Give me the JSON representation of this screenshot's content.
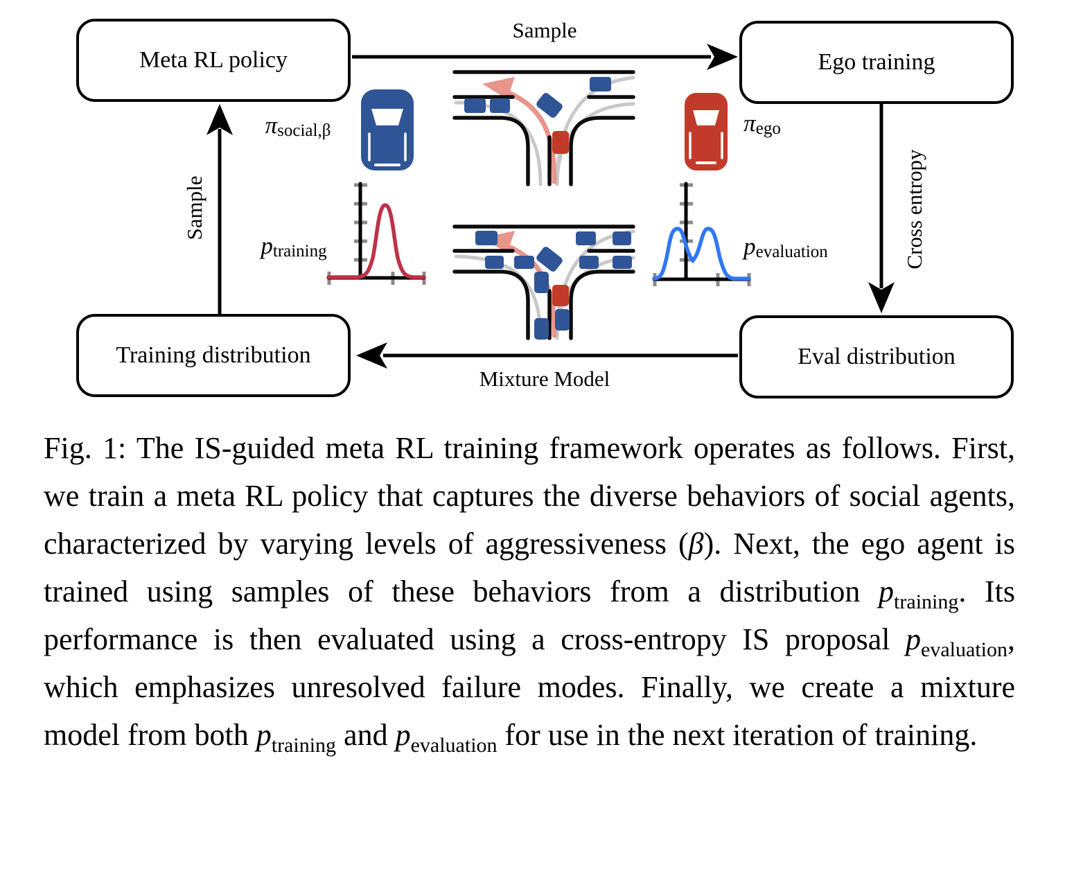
{
  "diagram": {
    "boxes": {
      "meta_rl": "Meta RL policy",
      "ego_training": "Ego training",
      "training_dist": "Training distribution",
      "eval_dist": "Eval distribution"
    },
    "arrows": {
      "top_label": "Sample",
      "left_label": "Sample",
      "right_label": "Cross entropy",
      "bottom_label": "Mixture Model"
    },
    "math_labels": {
      "pi_social": {
        "main": "π",
        "sub": "social,β"
      },
      "pi_ego": {
        "main": "π",
        "sub": "ego"
      },
      "p_training": {
        "main": "p",
        "sub": "training"
      },
      "p_evaluation": {
        "main": "p",
        "sub": "evaluation"
      }
    },
    "colors": {
      "social_agent_blue": "#2f5597",
      "ego_agent_red": "#c23a2a",
      "training_curve_red": "#c03147",
      "evaluation_curve_blue": "#2e78f2",
      "trajectory_arrow_red": "#e8958c",
      "trajectory_gray": "#c8c8c8",
      "axis_tick_gray": "#8a8a8a",
      "line_black": "#000000"
    }
  },
  "caption": {
    "segments": [
      {
        "text": "Fig. 1: The IS-guided meta RL training framework operates as follows. First, we train a meta RL policy that captures the diverse behaviors of social agents, characterized by varying levels of aggressiveness ("
      },
      {
        "math": "β"
      },
      {
        "text": "). Next, the ego agent is trained using samples of these behaviors from a distribution "
      },
      {
        "p": "p",
        "sub": "training"
      },
      {
        "text": ". Its performance is then evaluated using a cross-entropy IS proposal "
      },
      {
        "p": "p",
        "sub": "evaluation"
      },
      {
        "text": ", which emphasizes unresolved failure modes. Finally, we create a mixture model from both "
      },
      {
        "p": "p",
        "sub": "training"
      },
      {
        "text": " and "
      },
      {
        "p": "p",
        "sub": "evaluation"
      },
      {
        "text": " for use in the next iteration of training."
      }
    ]
  }
}
